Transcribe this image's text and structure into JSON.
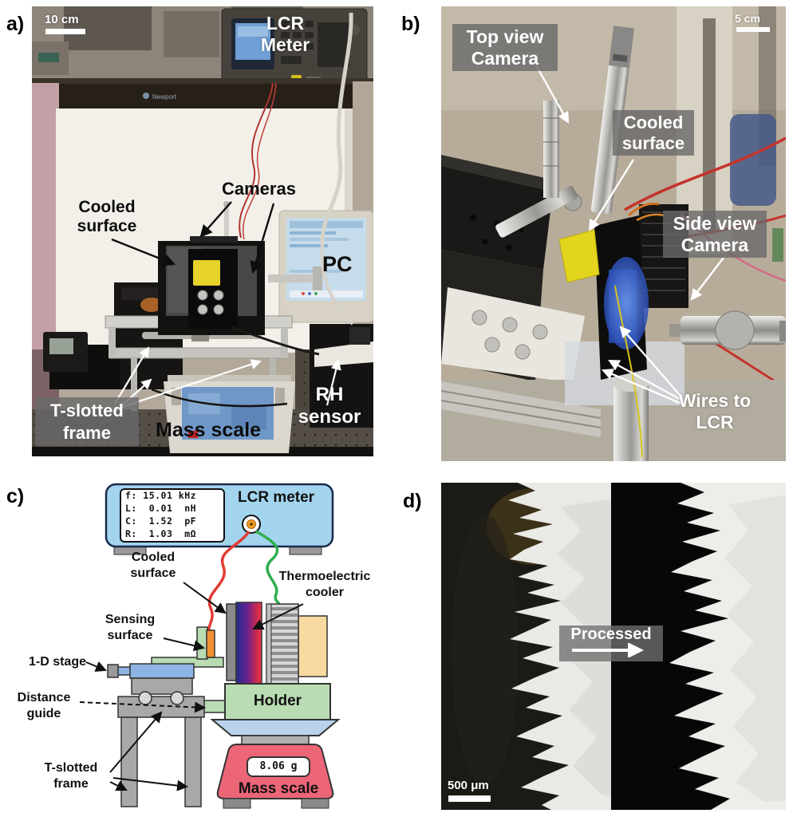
{
  "panel_a": {
    "tag": "a)",
    "scale_bar": "10 cm",
    "lcr_meter": "LCR Meter",
    "cameras": "Cameras",
    "cooled_surface": "Cooled surface",
    "pc": "PC",
    "t_slotted_frame": "T-slotted frame",
    "mass_scale": "Mass scale",
    "rh_sensor": "RH sensor",
    "beam_logo": "Newport"
  },
  "panel_b": {
    "tag": "b)",
    "scale_bar": "5 cm",
    "top_view_camera": "Top view Camera",
    "cooled_surface": "Cooled surface",
    "side_view_camera": "Side view Camera",
    "wires_to_lcr": "Wires to LCR"
  },
  "panel_c": {
    "tag": "c)",
    "lcr_meter": "LCR meter",
    "display": {
      "line1": "f: 15.01 kHz",
      "line2": "L:  0.01  nH",
      "line3": "C:  1.52  pF",
      "line4": "R:  1.03  mΩ"
    },
    "cooled_surface": "Cooled surface",
    "thermoelectric_cooler": "Thermoelectric cooler",
    "sensing_surface": "Sensing surface",
    "one_d_stage": "1-D stage",
    "distance_guide": "Distance guide",
    "t_slotted_frame": "T-slotted frame",
    "holder": "Holder",
    "mass_reading": "8.06 g",
    "mass_scale": "Mass scale"
  },
  "panel_d": {
    "tag": "d)",
    "scale_bar": "500 μm",
    "processed": "Processed"
  },
  "colors": {
    "lcr_body": "#a3d4ee",
    "holder_green": "#b9dcb2",
    "stage_blue": "#8db4e2",
    "scale_pink": "#ec6677",
    "sensing_orange": "#f09030",
    "wire_red": "#e03c34",
    "wire_green": "#2fae4e",
    "tec_cold": "#1f2e8e",
    "tec_hot": "#ea3747",
    "label_box_gray": "rgba(105,105,105,0.8)"
  }
}
